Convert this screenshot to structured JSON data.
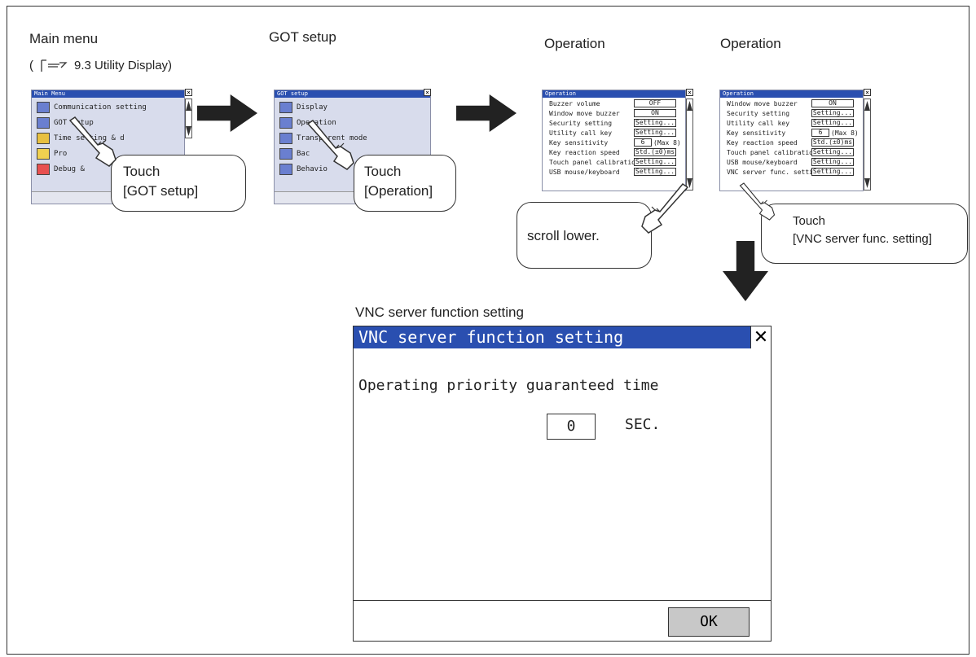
{
  "captions": {
    "main_menu": "Main menu",
    "got_setup": "GOT setup",
    "operation_1": "Operation",
    "operation_2": "Operation",
    "vnc": "VNC server function setting"
  },
  "reference": {
    "open": "(",
    "text": "9.3 Utility Display)"
  },
  "screen_main_menu": {
    "title": "Main Menu",
    "items": [
      "Communication setting",
      "GOT setup",
      "Time setting & d",
      "Pro",
      "Debug &"
    ]
  },
  "screen_got_setup": {
    "title": "GOT setup",
    "items": [
      "Display",
      "Operation",
      "Transparent mode",
      "Bac",
      "Behavio"
    ]
  },
  "screen_operation_1": {
    "title": "Operation",
    "rows": [
      {
        "label": "Buzzer volume",
        "value": "OFF",
        "extra": ""
      },
      {
        "label": "Window move buzzer",
        "value": "ON",
        "extra": ""
      },
      {
        "label": "Security setting",
        "value": "Setting...",
        "extra": ""
      },
      {
        "label": "Utility call key",
        "value": "Setting...",
        "extra": ""
      },
      {
        "label": "Key sensitivity",
        "value": "6",
        "extra": "(Max 8)"
      },
      {
        "label": "Key reaction speed",
        "value": "Std.(±0)ms",
        "extra": ""
      },
      {
        "label": "Touch panel calibration",
        "value": "Setting...",
        "extra": ""
      },
      {
        "label": "USB mouse/keyboard",
        "value": "Setting...",
        "extra": ""
      }
    ]
  },
  "screen_operation_2": {
    "title": "Operation",
    "rows": [
      {
        "label": "Window move buzzer",
        "value": "ON",
        "extra": ""
      },
      {
        "label": "Security setting",
        "value": "Setting...",
        "extra": ""
      },
      {
        "label": "Utility call key",
        "value": "Setting...",
        "extra": ""
      },
      {
        "label": "Key sensitivity",
        "value": "6",
        "extra": "(Max 8)"
      },
      {
        "label": "Key reaction speed",
        "value": "Std.(±0)ms",
        "extra": ""
      },
      {
        "label": "Touch panel calibration",
        "value": "Setting...",
        "extra": ""
      },
      {
        "label": "USB mouse/keyboard",
        "value": "Setting...",
        "extra": ""
      },
      {
        "label": "VNC server func. setting",
        "value": "Setting...",
        "extra": ""
      }
    ]
  },
  "callouts": {
    "touch_got_setup": {
      "line1": "Touch",
      "line2": "[GOT setup]"
    },
    "touch_operation": {
      "line1": "Touch",
      "line2": "[Operation]"
    },
    "scroll": {
      "line1": "scroll lower."
    },
    "touch_vnc": {
      "line1": "Touch",
      "line2": "[VNC server func. setting]"
    }
  },
  "dialog": {
    "title": "VNC server function setting",
    "close": "✕",
    "label": "Operating priority guaranteed time",
    "value": "0",
    "unit": "SEC.",
    "ok": "OK"
  },
  "colors": {
    "titlebar": "#2a4fb0",
    "screen_bg": "#d8dcec"
  }
}
